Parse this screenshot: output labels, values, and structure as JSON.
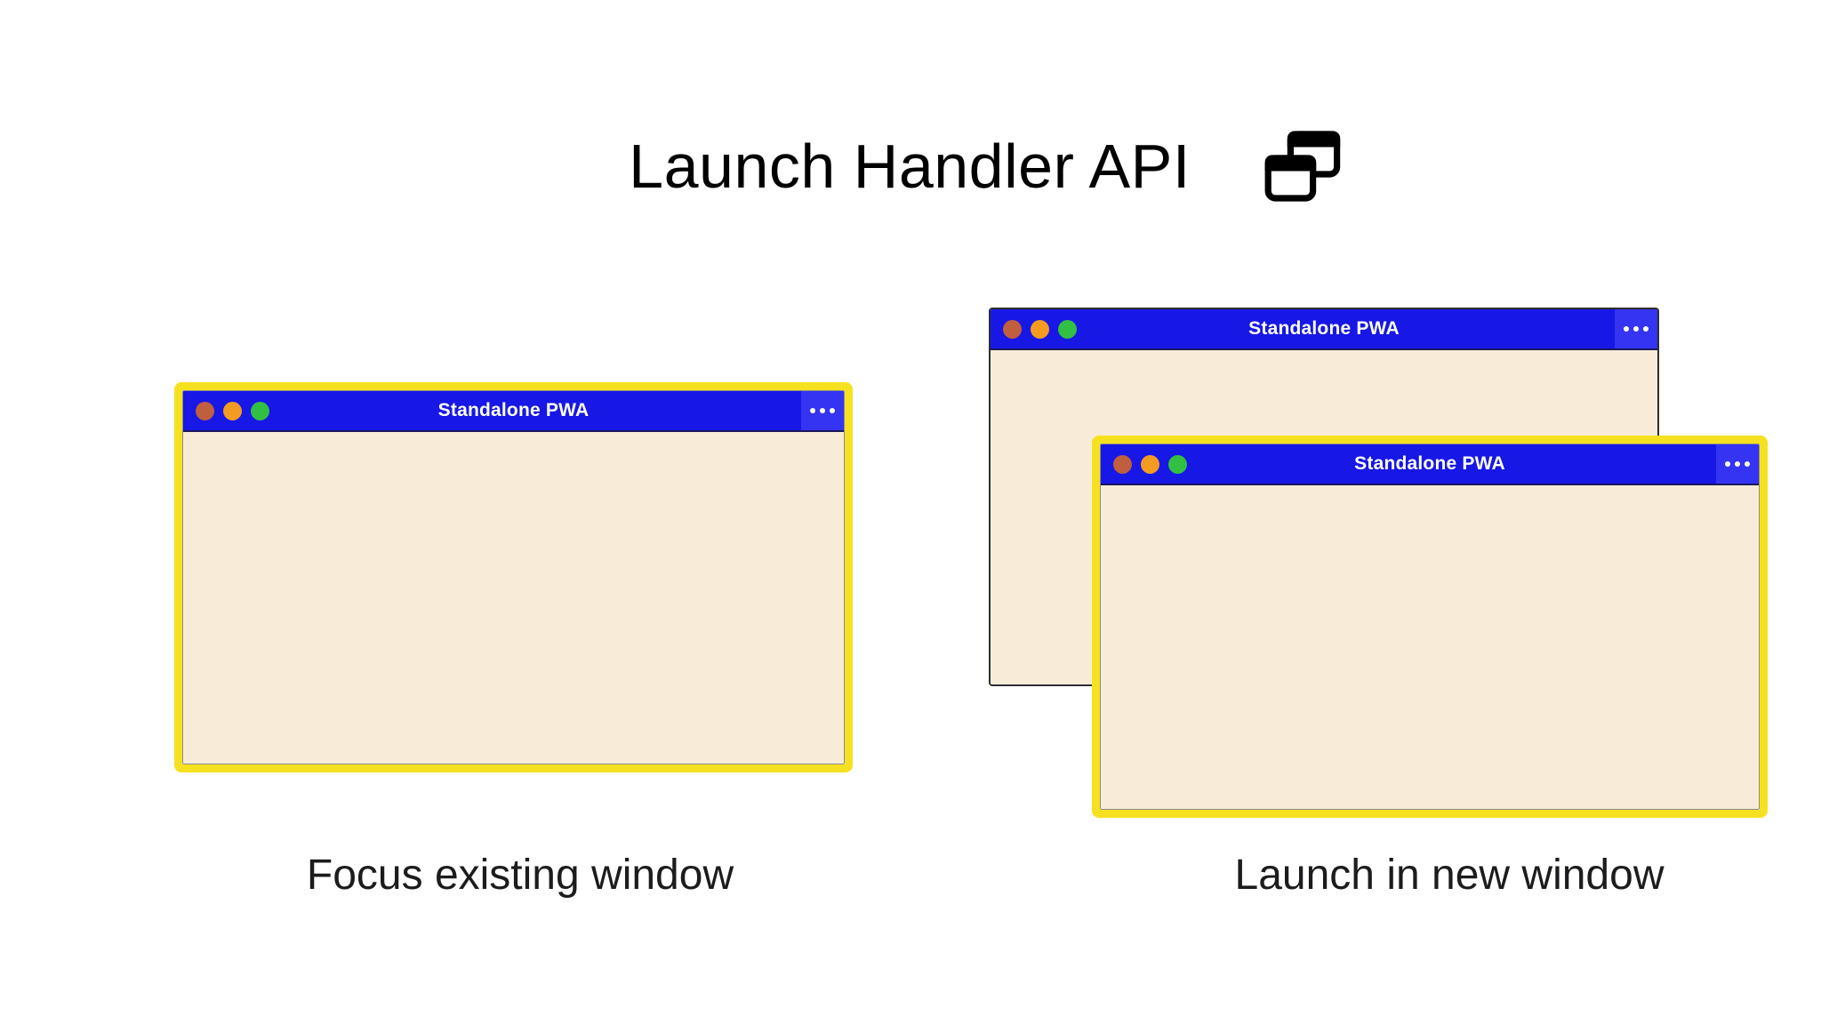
{
  "header": {
    "title": "Launch Handler API",
    "icon": "overlapping-windows"
  },
  "colors": {
    "titlebar-blue": "#1717e6",
    "menu-blue": "#3434f2",
    "window-body": "#f8ecd9",
    "highlight-yellow": "#f6e120",
    "dot-red": "#bf5f3e",
    "dot-orange": "#f49b22",
    "dot-green": "#32c044",
    "back-border": "#2e2e2e",
    "inner-border": "#8a8a8a",
    "label-color": "#1c1c1e",
    "title-color": "#000000"
  },
  "icons": {
    "window_stack": "overlapping-windows-icon",
    "overflow_menu": "ellipsis-horizontal-icon",
    "traffic_lights": [
      "close",
      "minimize",
      "zoom"
    ]
  },
  "left_panel": {
    "caption": "Focus existing window",
    "window": {
      "title": "Standalone PWA",
      "state": "highlighted-existing-window"
    }
  },
  "right_panel": {
    "caption": "Launch in new window",
    "back_window": {
      "title": "Standalone PWA",
      "state": "existing-window"
    },
    "front_window": {
      "title": "Standalone PWA",
      "state": "highlighted-new-window"
    }
  }
}
